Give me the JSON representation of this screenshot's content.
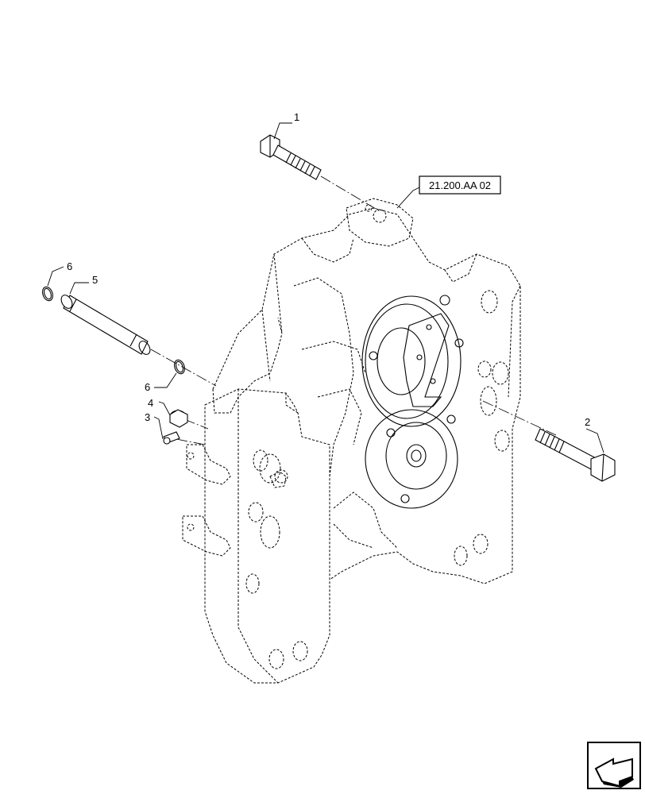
{
  "callouts": [
    {
      "id": "c1",
      "label": "1"
    },
    {
      "id": "c2",
      "label": "2"
    },
    {
      "id": "c3",
      "label": "3"
    },
    {
      "id": "c4",
      "label": "4"
    },
    {
      "id": "c5",
      "label": "5"
    },
    {
      "id": "c6a",
      "label": "6"
    },
    {
      "id": "c6b",
      "label": "6"
    }
  ],
  "reference": {
    "label": "21.200.AA 02"
  },
  "nav_icon": "next-page-arrow-icon"
}
